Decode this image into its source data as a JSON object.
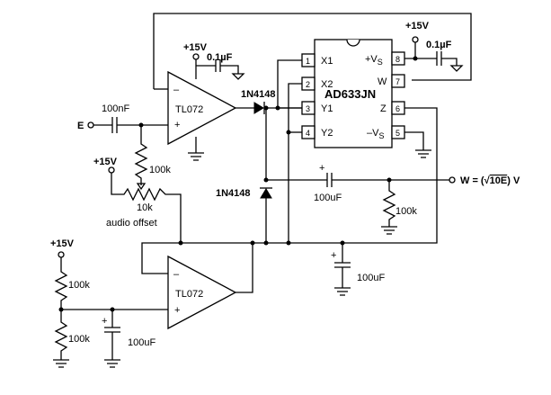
{
  "labels": {
    "opamp1": "TL072",
    "opamp2": "TL072",
    "chip": "AD633JN",
    "supply1": "+15V",
    "supply2": "+15V",
    "supply3": "+15V",
    "supply4": "+15V",
    "cap1": "0.1µF",
    "cap2": "0.1µF",
    "cap_in": "100nF",
    "cap_out": "100uF",
    "cap_mid": "100uF",
    "cap_bias": "100uF",
    "res_pot_series": "100k",
    "pot": "10k",
    "pot_caption": "audio offset",
    "res_out": "100k",
    "res_div_top": "100k",
    "res_div_bot": "100k",
    "diode1": "1N4148",
    "diode2": "1N4148",
    "input": "E",
    "output_prefix": "W = (",
    "output_sqrt": "√",
    "output_arg": "10E",
    "output_suffix": ")  V"
  },
  "pins": {
    "p1": "1",
    "p2": "2",
    "p3": "3",
    "p4": "4",
    "p5": "5",
    "p6": "6",
    "p7": "7",
    "p8": "8",
    "x1": "X1",
    "x2": "X2",
    "y1": "Y1",
    "y2": "Y2",
    "vsp": "+V",
    "vsp_sub": "S",
    "w": "W",
    "z": "Z",
    "vsm": "–V",
    "vsm_sub": "S"
  },
  "opamp_signs": {
    "minus": "–",
    "plus": "+"
  }
}
